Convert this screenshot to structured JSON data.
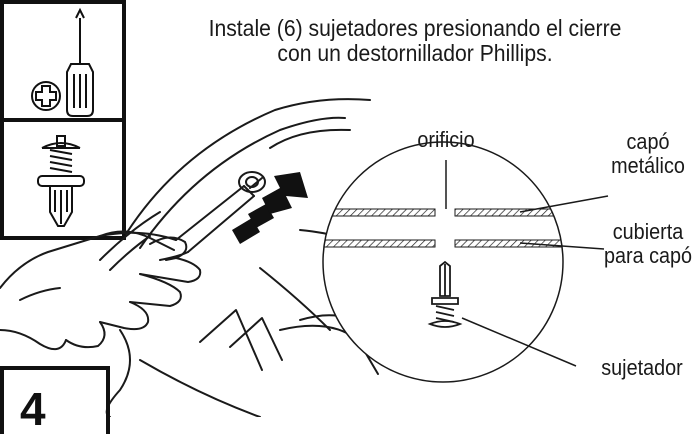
{
  "instruction": {
    "line1": "Instale (6) sujetadores presionando el cierre",
    "line2": "con un destornillador Phillips."
  },
  "labels": {
    "hole": "orificio",
    "metal_hood_line1": "capó",
    "metal_hood_line2": "metálico",
    "hood_cover_line1": "cubierta",
    "hood_cover_line2": "para capó",
    "fastener": "sujetador"
  },
  "step": {
    "number": "4"
  },
  "icons": {
    "tool": "phillips-screwdriver-icon",
    "part": "push-pin-fastener-icon"
  },
  "colors": {
    "line": "#1a1a1a",
    "background": "#ffffff"
  }
}
